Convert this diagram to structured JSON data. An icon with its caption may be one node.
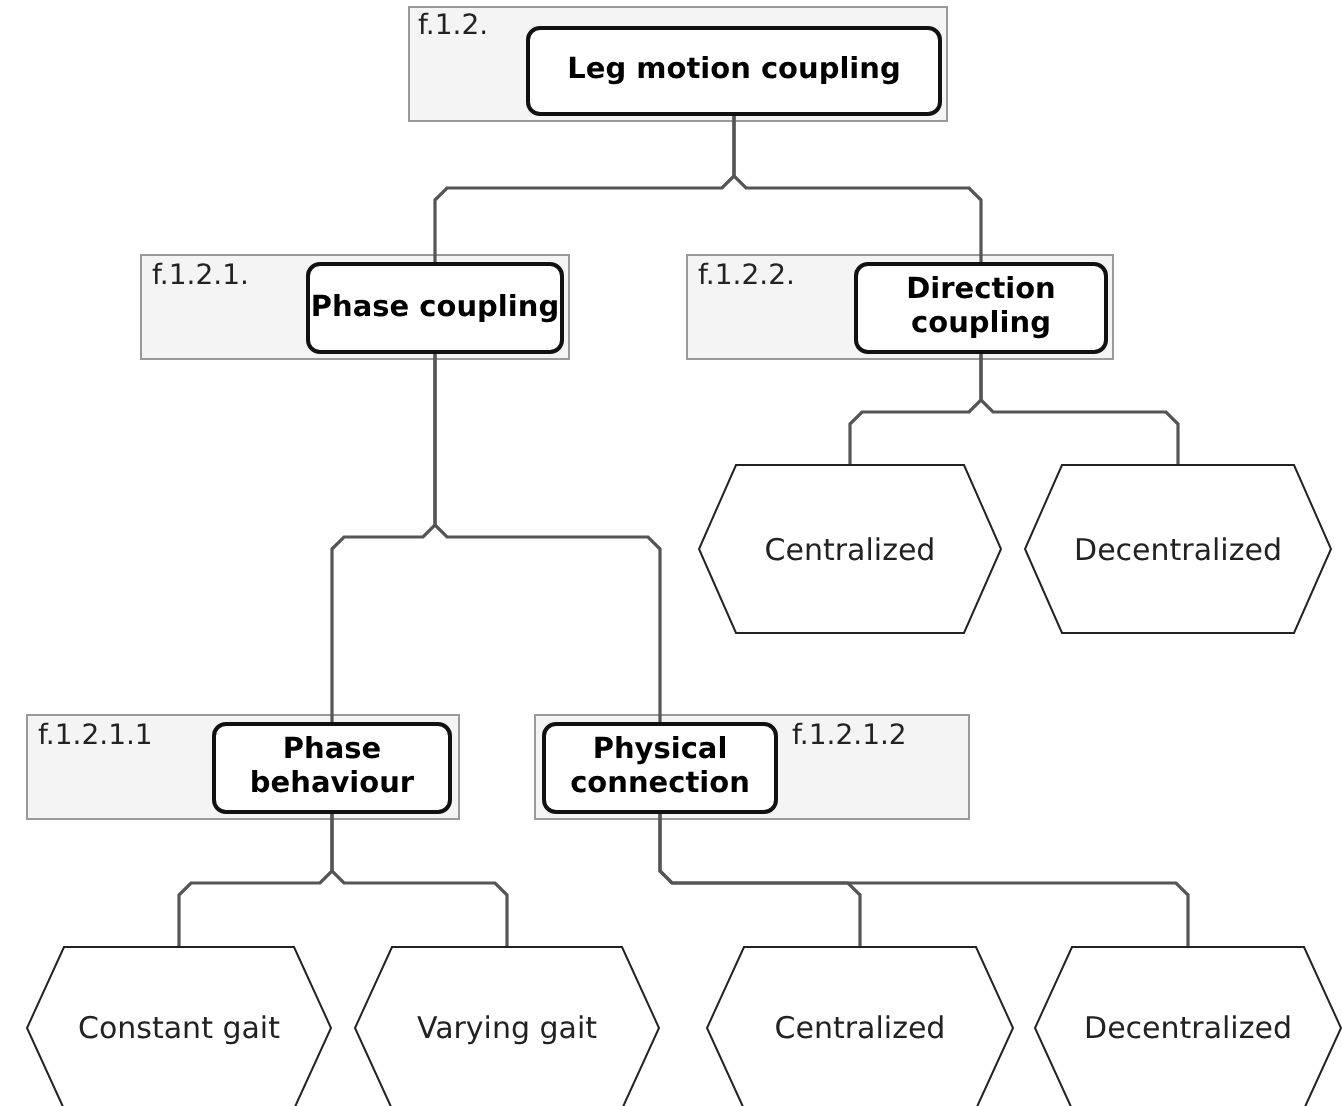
{
  "diagram": {
    "nodes": [
      {
        "text": [
          "f.1.2."
        ]
      },
      {
        "text": [
          "Leg motion coupling"
        ],
        "in": 0
      },
      {
        "text": [
          "f.1.2.1."
        ]
      },
      {
        "text": [
          "Phase coupling"
        ],
        "in": 2
      },
      {
        "text": [
          "f.1.2.2."
        ]
      },
      {
        "text": [
          "Direction coupling"
        ],
        "in": 4
      },
      {
        "text": [
          "Centralized"
        ]
      },
      {
        "text": [
          "Decentralized"
        ]
      },
      {
        "text": [
          "f.1.2.1.1"
        ]
      },
      {
        "text": [
          "Phase behaviour"
        ],
        "in": 8
      },
      {
        "text": [
          "f.1.2.1.2"
        ]
      },
      {
        "text": [
          "Physical connection"
        ],
        "in": 10
      },
      {
        "text": [
          "Constant gait"
        ]
      },
      {
        "text": [
          "Varying gait"
        ]
      },
      {
        "text": [
          "Centralized"
        ]
      },
      {
        "text": [
          "Decentralized"
        ]
      }
    ],
    "edges": [
      {
        "from": 1,
        "to": 3,
        "arrow": "none"
      },
      {
        "from": 1,
        "to": 5,
        "arrow": "none"
      },
      {
        "from": 3,
        "to": 9,
        "arrow": "none"
      },
      {
        "from": 3,
        "to": 11,
        "arrow": "none"
      },
      {
        "from": 5,
        "to": 6,
        "arrow": "none"
      },
      {
        "from": 5,
        "to": 7,
        "arrow": "none"
      },
      {
        "from": 9,
        "to": 12,
        "arrow": "none"
      },
      {
        "from": 9,
        "to": 13,
        "arrow": "none"
      },
      {
        "from": 11,
        "to": 14,
        "arrow": "none"
      },
      {
        "from": 11,
        "to": 15,
        "arrow": "none"
      }
    ]
  }
}
